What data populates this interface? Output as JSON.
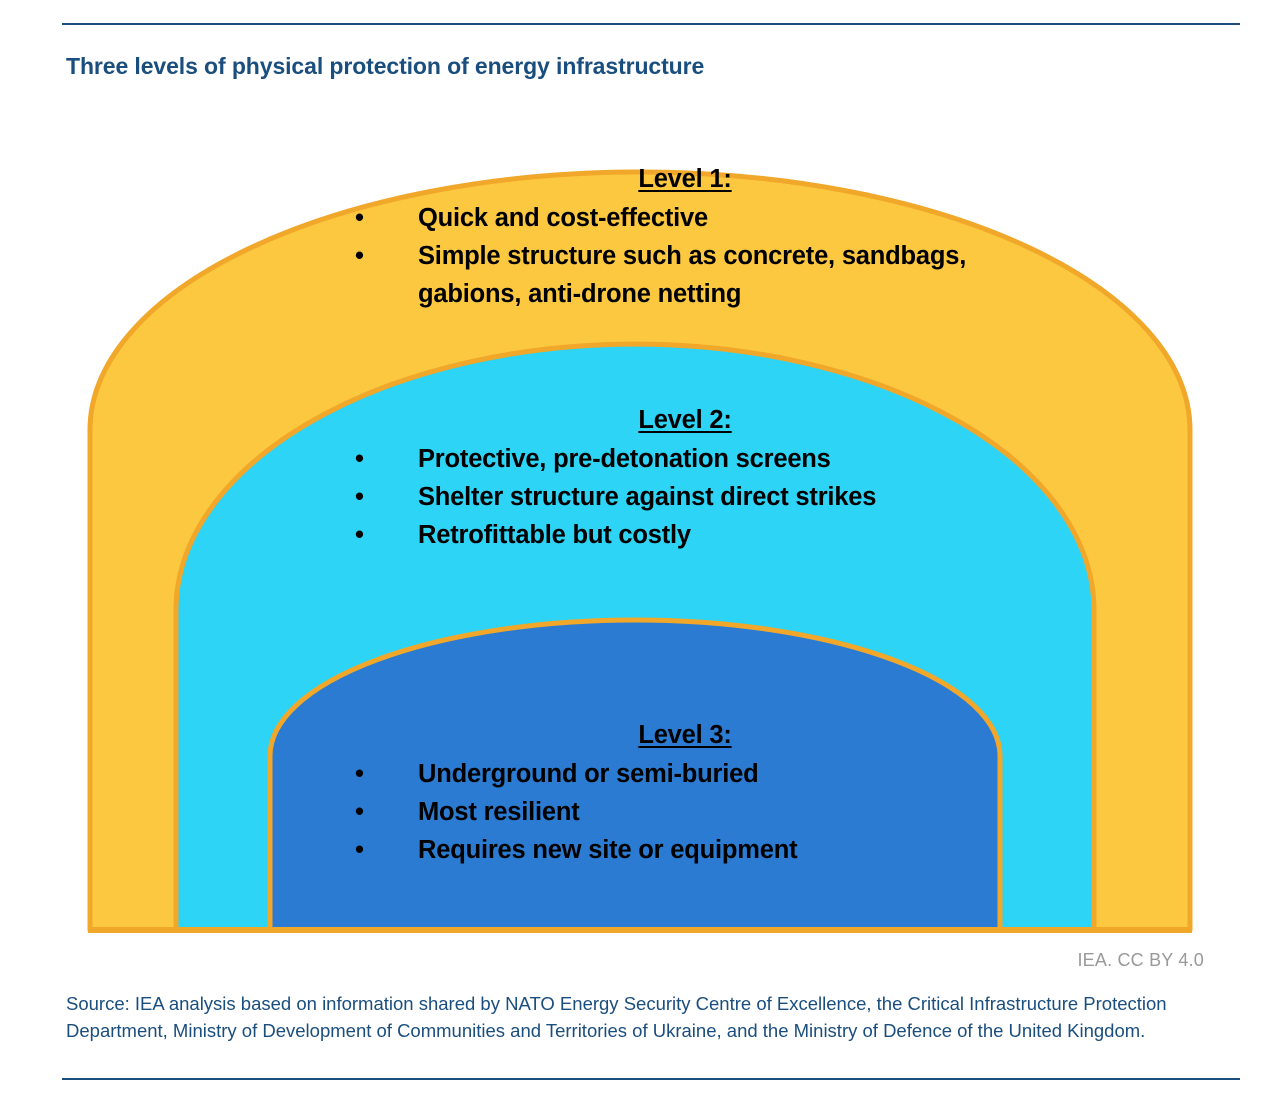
{
  "header": {
    "title": "Three levels of physical protection of energy infrastructure"
  },
  "chart_data": {
    "type": "diagram",
    "diagram_style": "nested-arch-layers",
    "title": "Three levels of physical protection of energy infrastructure",
    "layers": [
      {
        "id": "level-1",
        "heading": "Level 1:",
        "fill_color": "#FCC840",
        "stroke_color": "#F0A72A",
        "order": 1,
        "bullets": [
          "Quick and cost-effective",
          "Simple structure such as concrete, sandbags, gabions, anti-drone netting"
        ]
      },
      {
        "id": "level-2",
        "heading": "Level 2:",
        "fill_color": "#2DD4F5",
        "stroke_color": "#F0A72A",
        "order": 2,
        "bullets": [
          "Protective, pre-detonation screens",
          "Shelter structure against direct strikes",
          "Retrofittable but costly"
        ]
      },
      {
        "id": "level-3",
        "heading": "Level 3:",
        "fill_color": "#2B7BD2",
        "stroke_color": "#F0A72A",
        "order": 3,
        "bullets": [
          "Underground or semi-buried",
          "Most resilient",
          "Requires new site or equipment"
        ]
      }
    ],
    "bullet_glyph": "•"
  },
  "footer": {
    "credit": "IEA. CC BY 4.0",
    "source": "Source: IEA analysis based on information shared by NATO Energy Security Centre of Excellence, the Critical Infrastructure Protection Department, Ministry of Development of Communities and Territories of Ukraine, and the Ministry of Defence of the United Kingdom."
  },
  "colors": {
    "brand_navy": "#1A4E7E",
    "level1_yellow": "#FCC840",
    "level2_cyan": "#2DD4F5",
    "level3_blue": "#2B7BD2",
    "arch_outline_orange": "#F0A72A",
    "credit_grey": "#999999",
    "text_black": "#000000"
  }
}
